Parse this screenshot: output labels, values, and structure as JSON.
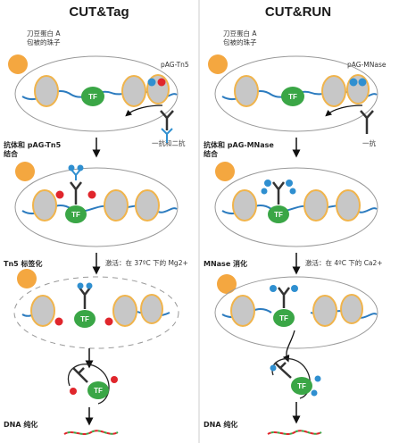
{
  "left": {
    "title": "CUT&Tag",
    "bead_label_1": "刀豆蛋白 A",
    "bead_label_2": "包被的珠子",
    "enzyme_label": "pAG-Tn5",
    "antibody_label": "一抗和二抗",
    "tf_label": "TF",
    "step1_line1": "抗体和 pAG-Tn5",
    "step1_line2": "结合",
    "step2": "Tn5 标签化",
    "activation": "激活：在 37ºC 下的 Mg2+",
    "step3": "DNA 纯化"
  },
  "right": {
    "title": "CUT&RUN",
    "bead_label_1": "刀豆蛋白 A",
    "bead_label_2": "包被的珠子",
    "enzyme_label": "pAG-MNase",
    "antibody_label": "一抗",
    "tf_label": "TF",
    "step1_line1": "抗体和 pAG-MNase",
    "step1_line2": "结合",
    "step2": "MNase 消化",
    "activation": "激活：在 4ºC 下的 Ca2+",
    "step3": "DNA 纯化"
  },
  "colors": {
    "bead": "#f4a740",
    "nucleosome": "#c7c7c7",
    "dna_blue": "#2b7bbf",
    "dna_yellow": "#f0b44c",
    "tf": "#3aa646",
    "enzyme_red": "#e0262c",
    "enzyme_blue": "#2f8fd0",
    "divider": "#cccccc"
  }
}
